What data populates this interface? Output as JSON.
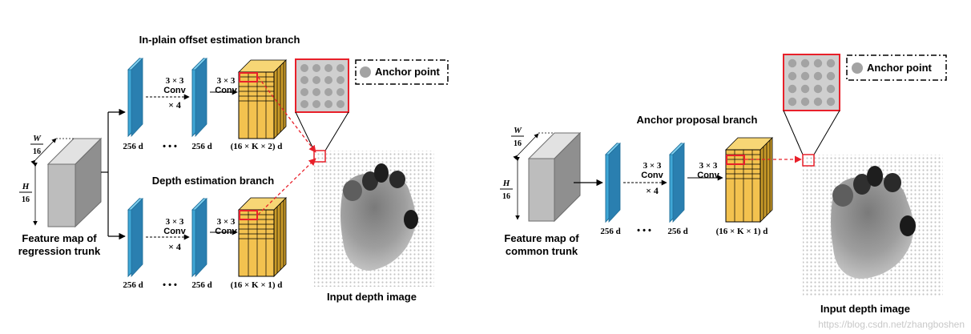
{
  "left": {
    "branch_offset_title": "In-plain offset estimation branch",
    "branch_depth_title": "Depth estimation branch",
    "feature_map_label_1": "Feature map of",
    "feature_map_label_2": "regression trunk",
    "dim_w": "W",
    "dim_h": "H",
    "dim_den": "16",
    "conv_kernel": "3 × 3",
    "conv_word": "Conv",
    "conv_repeat": "× 4",
    "chan": "256 d",
    "dots": "• • •",
    "offset_out": "(16 × K × 2) d",
    "depth_out": "(16 × K × 1) d",
    "anchor_legend": "Anchor point",
    "input_caption": "Input depth image"
  },
  "right": {
    "branch_title": "Anchor proposal branch",
    "feature_map_label_1": "Feature map of",
    "feature_map_label_2": "common trunk",
    "dim_w": "W",
    "dim_h": "H",
    "dim_den": "16",
    "conv_kernel": "3 × 3",
    "conv_word": "Conv",
    "conv_repeat": "× 4",
    "chan": "256 d",
    "dots": "• • •",
    "anchor_out": "(16 × K × 1) d",
    "anchor_legend": "Anchor point",
    "input_caption": "Input depth image"
  },
  "watermark": "https://blog.csdn.net/zhangboshen",
  "colors": {
    "conv_blue": "#3fa7d6",
    "conv_blue_dark": "#2a7fb0",
    "output_yellow": "#f3c24f",
    "output_yellow_dark": "#c99a28",
    "highlight_red": "#e8202a",
    "trunk_gray": "#bdbdbd"
  }
}
